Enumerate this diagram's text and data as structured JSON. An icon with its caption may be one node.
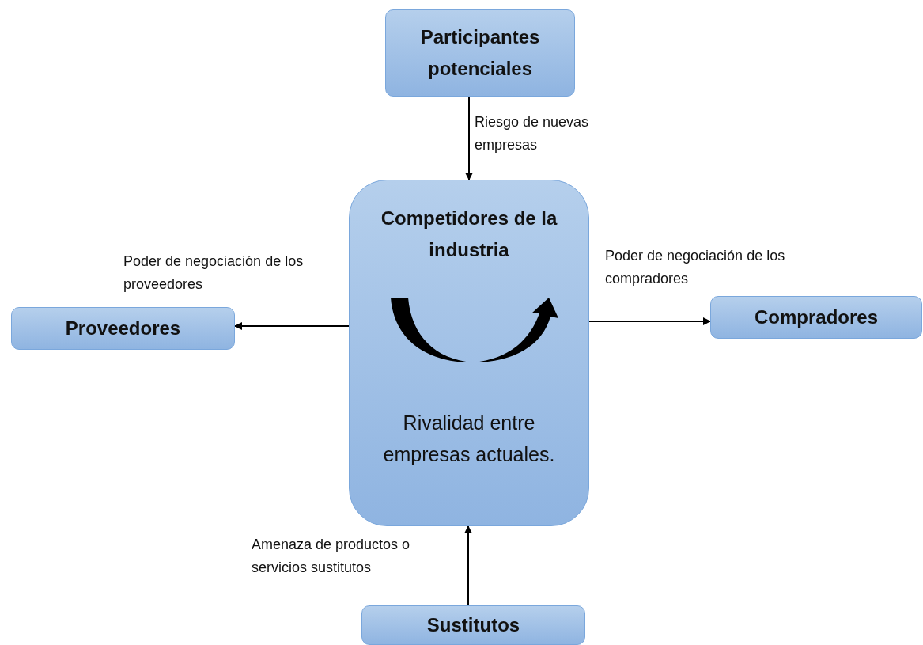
{
  "diagram": {
    "nodes": [
      {
        "text": [
          "Participantes potenciales"
        ]
      },
      {
        "text": [
          "Competidores de la industria",
          "Rivalidad entre empresas actuales."
        ]
      },
      {
        "text": [
          "Proveedores"
        ]
      },
      {
        "text": [
          "Compradores"
        ]
      },
      {
        "text": [
          "Sustitutos"
        ]
      }
    ],
    "edges": [
      {
        "from": 0,
        "to": 1,
        "arrow": "to",
        "label": "Riesgo de nuevas empresas"
      },
      {
        "from": 1,
        "to": 2,
        "arrow": "to",
        "label": "Poder de negociación de los proveedores"
      },
      {
        "from": 1,
        "to": 3,
        "arrow": "to",
        "label": "Poder de negociación de los compradores"
      },
      {
        "from": 4,
        "to": 1,
        "arrow": "to",
        "label": "Amenaza de productos o servicios sustitutos"
      }
    ]
  }
}
